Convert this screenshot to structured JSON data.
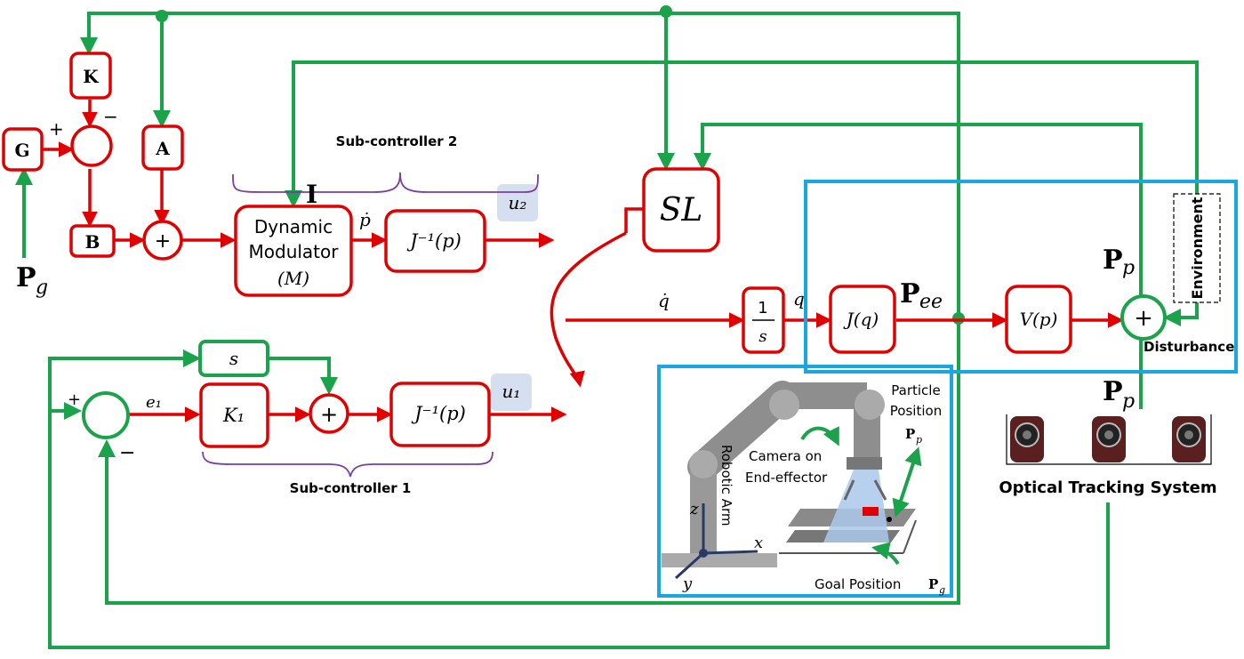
{
  "blocks": {
    "K": "K",
    "A": "A",
    "G": "G",
    "B": "B",
    "s": "s",
    "K1": "K₁",
    "dyn_line1": "Dynamic",
    "dyn_line2": "Modulator",
    "dyn_line3": "(M)",
    "jinv_top": "J⁻¹(p)",
    "jinv_bottom": "J⁻¹(p)",
    "SL": "SL",
    "integrator_num": "1",
    "integrator_den": "s",
    "Jq": "J(q)",
    "Vp": "V(p)"
  },
  "signals": {
    "Pg": "P",
    "Pg_sub": "g",
    "I": "I",
    "pdot": "ṗ",
    "qdot": "q̇",
    "q": "q",
    "Pee": "P",
    "Pee_sub": "ee",
    "Pp_top": "P",
    "Pp_top_sub": "p",
    "Pp_mid": "P",
    "Pp_mid_sub": "p",
    "u2": "u₂",
    "u1": "u₁",
    "e1": "e₁"
  },
  "signs": {
    "plus_gk": "+",
    "minus_gk": "−",
    "plus_sum1": "+",
    "plus_sum2": "+",
    "plus_e": "+",
    "minus_e": "−",
    "plus_disturb": "+"
  },
  "labels": {
    "subcontroller2": "Sub-controller 2",
    "subcontroller1": "Sub-controller 1",
    "environment": "Environment",
    "disturbance": "Disturbance",
    "optical_tracking": "Optical  Tracking  System",
    "particle_position_1": "Particle",
    "particle_position_2": "Position",
    "particle_symbol": "P",
    "particle_symbol_sub": "p",
    "camera_1": "Camera on",
    "camera_2": "End-effector",
    "robotic_arm": "Robotic Arm",
    "goal_position": "Goal Position",
    "goal_symbol": "P",
    "goal_symbol_sub": "g",
    "axis_x": "x",
    "axis_y": "y",
    "axis_z": "z"
  },
  "colors": {
    "signal_red": "#e00000",
    "feedback_green": "#1aa34a",
    "frame_blue": "#1aa7e0",
    "bracket_purple": "#7a3e9e",
    "output_badge": "#d6dff0"
  }
}
